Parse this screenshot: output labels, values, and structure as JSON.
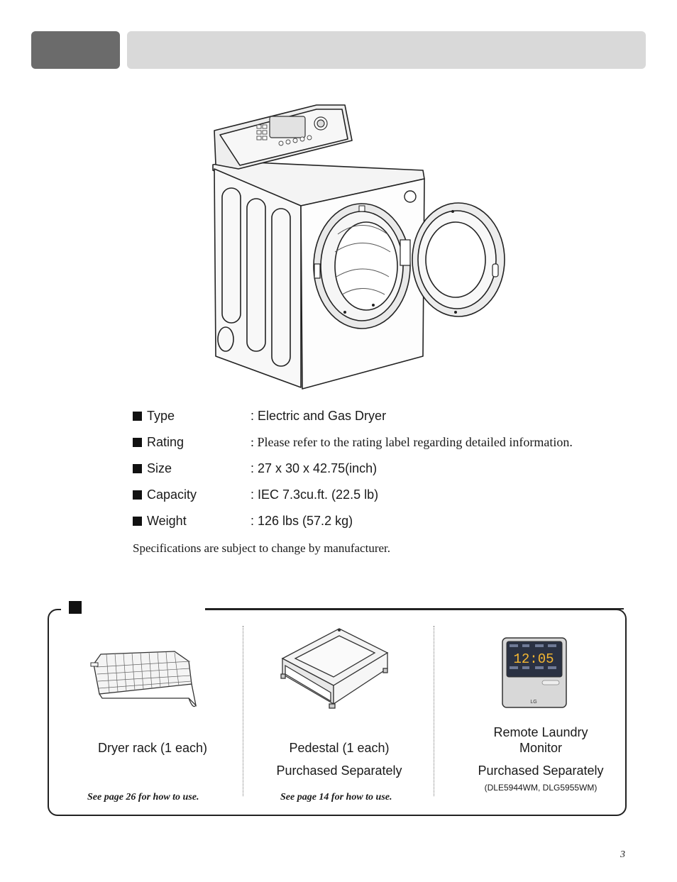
{
  "specs": [
    {
      "label": "Type",
      "value": ": Electric and Gas  Dryer"
    },
    {
      "label": "Rating",
      "value": ": Please refer to the rating label regarding detailed information."
    },
    {
      "label": "Size",
      "value": ": 27 x 30 x 42.75(inch)"
    },
    {
      "label": "Capacity",
      "value": ": IEC 7.3cu.ft. (22.5 lb)"
    },
    {
      "label": "Weight",
      "value": ": 126 lbs (57.2 kg)"
    }
  ],
  "spec_note": "Specifications are subject to change by manufacturer.",
  "accessories": [
    {
      "name": "Dryer rack (1 each)",
      "purchase": "",
      "note": "See page 26  for how to use.",
      "model": ""
    },
    {
      "name": "Pedestal (1 each)",
      "purchase": "Purchased Separately",
      "note": "See page 14  for how to use.",
      "model": ""
    },
    {
      "name_line1": "Remote Laundry",
      "name_line2": "Monitor",
      "purchase": "Purchased Separately",
      "note": "",
      "model": "(DLE5944WM, DLG5955WM)"
    }
  ],
  "monitor_display": {
    "time": "12:05",
    "brand": "LG"
  },
  "page_number": "3"
}
